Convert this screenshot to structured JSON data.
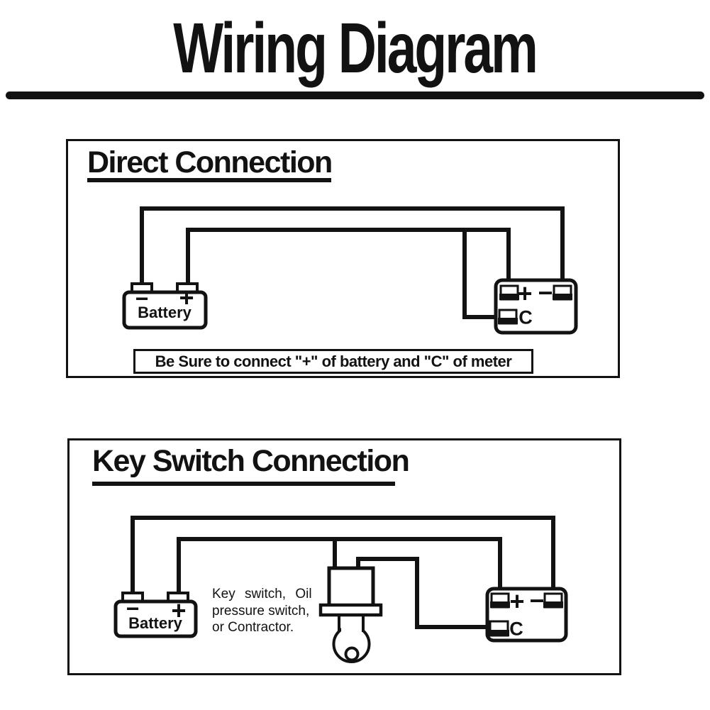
{
  "page": {
    "title": "Wiring Diagram"
  },
  "colors": {
    "ink": "#121212",
    "paper": "#ffffff"
  },
  "panels": [
    {
      "title": "Direct Connection",
      "battery": {
        "label": "Battery",
        "minus": "−",
        "plus": "+"
      },
      "meter": {
        "plus": "+",
        "minus": "−",
        "c": "C"
      },
      "note": "Be Sure to connect \"+\" of battery and \"C\" of meter"
    },
    {
      "title": "Key Switch Connection",
      "battery": {
        "label": "Battery",
        "minus": "−",
        "plus": "+"
      },
      "meter": {
        "plus": "+",
        "minus": "−",
        "c": "C"
      },
      "switch_label": [
        "Key switch, Oil",
        "pressure switch,",
        "or Contractor."
      ]
    }
  ]
}
